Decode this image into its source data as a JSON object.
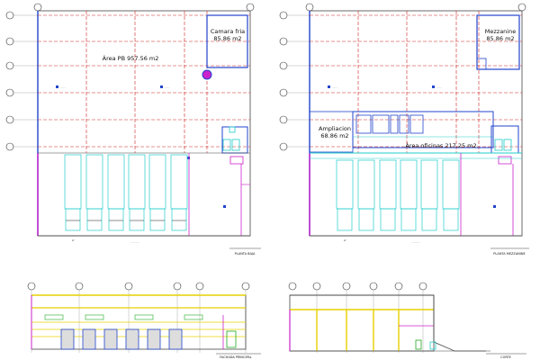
{
  "plans": {
    "ground": {
      "area_label": "Área PB 957.56 m2",
      "cold_room_name": "Camara fria",
      "cold_room_area": "85.86 m2",
      "plan_title": "PLANTA BAJA"
    },
    "mezzanine": {
      "mezz_name": "Mezzanine",
      "mezz_area": "85.86 m2",
      "ampl_name": "Ampliacion",
      "ampl_area": "68.86 m2",
      "offices_label": "Área oficinas 217.25 m2",
      "plan_title": "PLANTA MEZZANINE"
    }
  },
  "elevations": {
    "front_title": "FACHADA PRINCIPAL",
    "section_title": "CORTE"
  },
  "colors": {
    "grid_red": "#cc2222",
    "wall_blue": "#2244cc",
    "cyan": "#22cccc",
    "magenta": "#cc22cc",
    "yellow": "#e6d000",
    "green": "#22aa22",
    "outline": "#444444"
  }
}
